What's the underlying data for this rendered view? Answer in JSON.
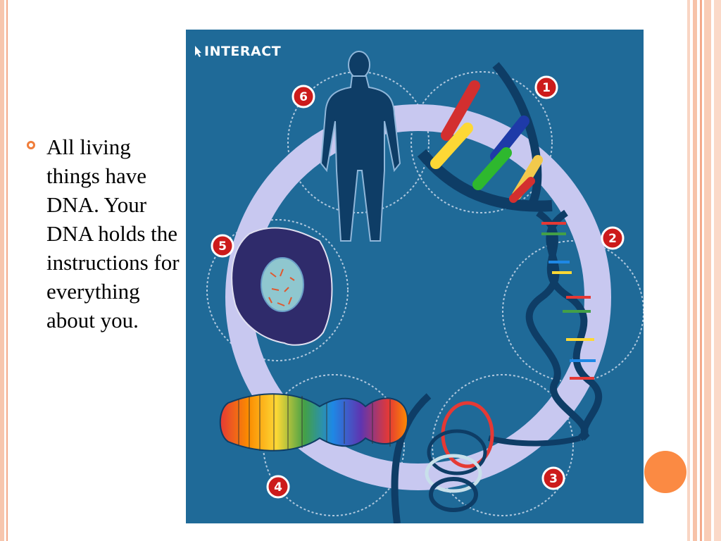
{
  "slide": {
    "bullet": "All living things have DNA.  Your DNA holds the instructions for everything about you."
  },
  "diagram": {
    "interact_label": "INTERACT",
    "steps": [
      "1",
      "2",
      "3",
      "4",
      "5",
      "6"
    ]
  }
}
